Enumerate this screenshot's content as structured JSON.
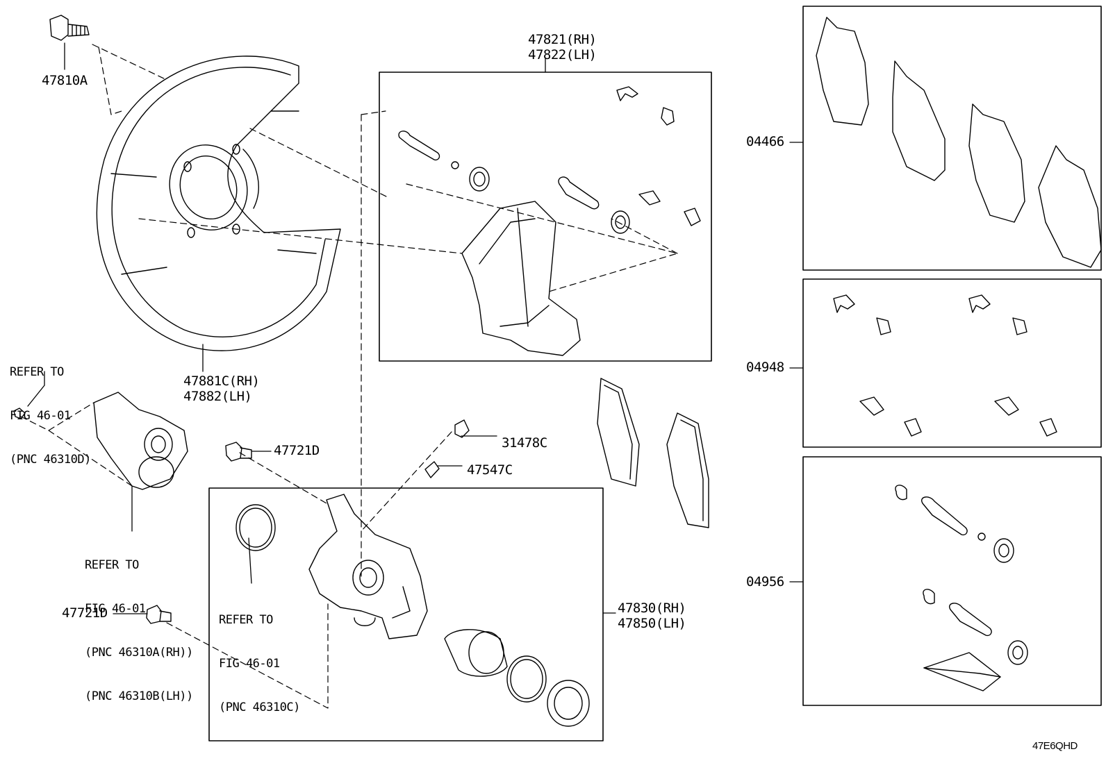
{
  "diagram_code": "47E6QHD",
  "callouts": {
    "bolt_top": "47810A",
    "dust_cover_rh": "47881C(RH)",
    "dust_cover_lh": "47882(LH)",
    "mounting_rh": "47821(RH)",
    "mounting_lh": "47822(LH)",
    "bolt_mid": "47721D",
    "bolt_low": "47721D",
    "bleeder_cap": "31478C",
    "bleeder_plug": "47547C",
    "cylinder_rh": "47830(RH)",
    "cylinder_lh": "47850(LH)",
    "kit_pads": "04466",
    "kit_clips": "04948",
    "kit_pins": "04956"
  },
  "references": {
    "left_top": [
      "REFER TO",
      "FIG 46-01",
      "(PNC 46310D)"
    ],
    "left_mid": [
      "REFER TO",
      "FIG 46-01",
      "(PNC 46310A(RH))",
      "(PNC 46310B(LH))"
    ],
    "center": [
      "REFER TO",
      "FIG 46-01",
      "(PNC 46310C)"
    ]
  }
}
